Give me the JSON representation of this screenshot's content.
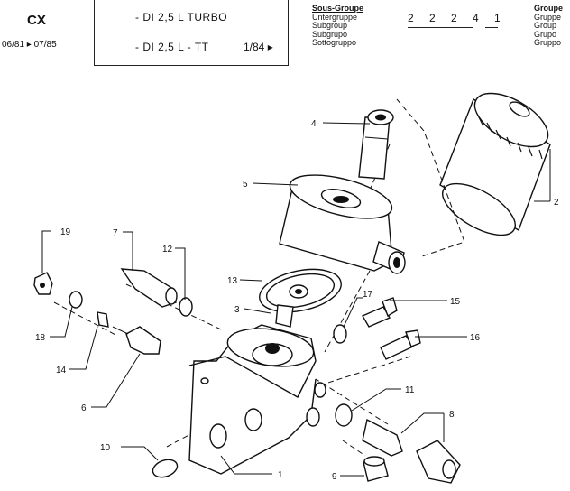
{
  "header": {
    "model": "CX",
    "date_range": "06/81 ▸ 07/85",
    "title_line1": "- DI 2,5 L TURBO",
    "title_line2": "- DI 2,5 L - TT",
    "page_ref": "1/84 ▸",
    "subgroup_labels": [
      "Sous-Groupe",
      "Untergruppe",
      "Subgroup",
      "Subgrupo",
      "Sottogruppo"
    ],
    "subgroup_code": "2 2 2 4 1",
    "group_labels": [
      "Groupe",
      "Gruppe",
      "Group",
      "Grupo",
      "Gruppo"
    ]
  },
  "callouts": [
    {
      "id": "1",
      "text": "1"
    },
    {
      "id": "2",
      "text": "2"
    },
    {
      "id": "3",
      "text": "3"
    },
    {
      "id": "4",
      "text": "4"
    },
    {
      "id": "5",
      "text": "5"
    },
    {
      "id": "6",
      "text": "6"
    },
    {
      "id": "7",
      "text": "7"
    },
    {
      "id": "8",
      "text": "8"
    },
    {
      "id": "9",
      "text": "9"
    },
    {
      "id": "10",
      "text": "10"
    },
    {
      "id": "11",
      "text": "11"
    },
    {
      "id": "12",
      "text": "12"
    },
    {
      "id": "13",
      "text": "13"
    },
    {
      "id": "14",
      "text": "14"
    },
    {
      "id": "15",
      "text": "15"
    },
    {
      "id": "16",
      "text": "16"
    },
    {
      "id": "17",
      "text": "17"
    },
    {
      "id": "18",
      "text": "18"
    },
    {
      "id": "19",
      "text": "19"
    }
  ]
}
